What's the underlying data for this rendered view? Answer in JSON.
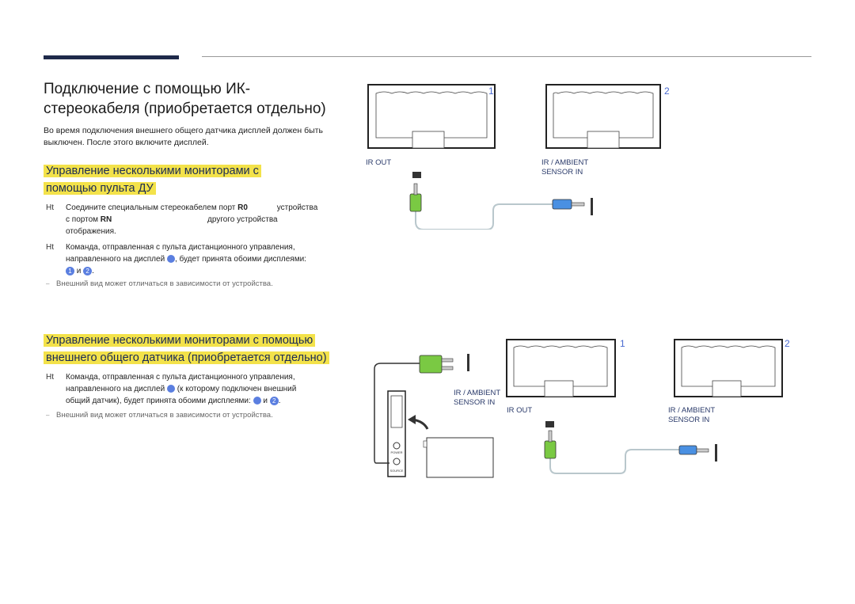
{
  "title": "Подключение с помощью ИК-стереокабеля (приобретается отдельно)",
  "intro": "Во время подключения внешнего общего датчика дисплей должен быть выключен. После этого включите дисплей.",
  "section1": {
    "heading_line1": "Управление несколькими мониторами с",
    "heading_line2": "помощью пульта ДУ",
    "step_marker": "Ht",
    "step1_part1": "Соедините специальным стереокабелем порт",
    "step1_port1": "R0",
    "step1_part2": "устройства",
    "step1_part3": "с портом",
    "step1_port2": "RN",
    "step1_part4": "другого устройства",
    "step1_part5": "отображения.",
    "step2_part1": "Команда, отправленная с пульта дистанционного управления,",
    "step2_part2": "направленного на дисплей",
    "step2_part3": ", будет принята обоими дисплеями:",
    "step2_badge1": "1",
    "step2_and": "и",
    "step2_badge2": "2",
    "step2_end": ".",
    "note_mark": "–",
    "note": "Внешний вид может отличаться в зависимости от устройства."
  },
  "section2": {
    "heading_line1": "Управление несколькими мониторами с помощью",
    "heading_line2": "внешнего общего датчика (приобретается отдельно)",
    "step_marker": "Ht",
    "step1_part1": "Команда, отправленная с пульта дистанционного управления,",
    "step1_part2": "направленного на дисплей",
    "step1_part3": "(к которому подключен внешний",
    "step1_part4": "общий датчик), будет принята обоими дисплеями:",
    "step1_and": "и",
    "step1_badge2": "2",
    "step1_end": ".",
    "note_mark": "–",
    "note": "Внешний вид может отличаться в зависимости от устройства."
  },
  "diagram1": {
    "monitor1_num": "1",
    "monitor2_num": "2",
    "ir_out": "IR OUT",
    "ir_ambient_line1": "IR / AMBIENT",
    "ir_ambient_line2": "SENSOR IN"
  },
  "diagram2": {
    "monitor1_num": "1",
    "monitor2_num": "2",
    "sensor_in_line1": "IR / AMBIENT",
    "sensor_in_line2": "SENSOR IN",
    "ir_out": "IR OUT",
    "ir_ambient_line1": "IR / AMBIENT",
    "ir_ambient_line2": "SENSOR IN",
    "power_label": "POWER",
    "source_label": "SOURCE"
  },
  "colors": {
    "accent_bar": "#1f2a4a",
    "highlight": "#f3e24a",
    "badge": "#5b7fe0",
    "plug_green": "#7ac943",
    "plug_blue": "#4a90e2"
  }
}
